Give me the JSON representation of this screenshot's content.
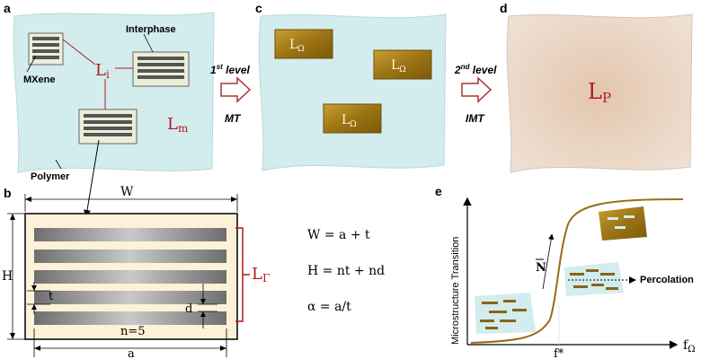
{
  "panels": {
    "a": {
      "label": "a",
      "interphase_label": "Interphase",
      "mxene_label": "MXene",
      "polymer_label": "Polymer",
      "li_main": "L",
      "li_sub": "i",
      "lm_main": "L",
      "lm_sub": "m"
    },
    "c": {
      "label": "c",
      "l_main": "L",
      "l_sub": "Ω"
    },
    "d": {
      "label": "d",
      "lp_main": "L",
      "lp_sub": "P"
    },
    "b": {
      "label": "b",
      "w_label": "W",
      "h_label": "H",
      "t_label": "t",
      "d_label": "d",
      "n_label": "n=5",
      "a_label": "a",
      "lg_main": "L",
      "lg_sub": "Γ",
      "eq1": "W = a + t",
      "eq2": "H = nt + nd",
      "eq3": "α = a/t"
    },
    "e": {
      "label": "e",
      "y_axis_label": "Microstructure Transition",
      "x_axis_main": "f",
      "x_axis_sub": "Ω",
      "fstar_label": "f*",
      "n_bar_label": "N",
      "percolation_label": "Percolation"
    }
  },
  "arrows": {
    "first": {
      "sup": "st",
      "num": "1",
      "word": " level",
      "method": "MT"
    },
    "second": {
      "sup": "nd",
      "num": "2",
      "word": " level",
      "method": "IMT"
    }
  },
  "colors": {
    "polymer": "#d3ecee",
    "interphase": "#e9efd8",
    "mxene_dark": "#5a5a5a",
    "dark_red": "#b3191f",
    "gold": "#a47b16",
    "gold_light": "#c39a2a",
    "composite": "#e8d3c2",
    "sheet_bg": "#fdf2d8",
    "curve": "#9a6d14"
  }
}
